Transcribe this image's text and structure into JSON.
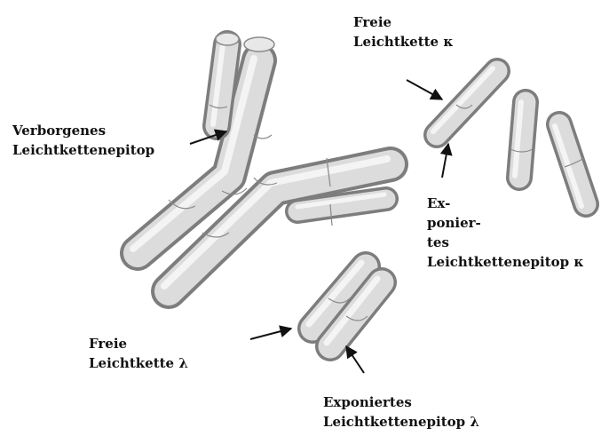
{
  "labels": {
    "free_kappa": [
      "Freie",
      "Leichtkette κ"
    ],
    "hidden_epitope": [
      "Verborgenes",
      "Leichtkettenepitop"
    ],
    "exposed_kappa": [
      "Ex-",
      "ponier-",
      "tes",
      "Leichtkettenepitop κ"
    ],
    "free_lambda": [
      "Freie",
      "Leichtkette λ"
    ],
    "exposed_lambda": [
      "Exponiertes",
      "Leichtkettenepitop λ"
    ]
  }
}
